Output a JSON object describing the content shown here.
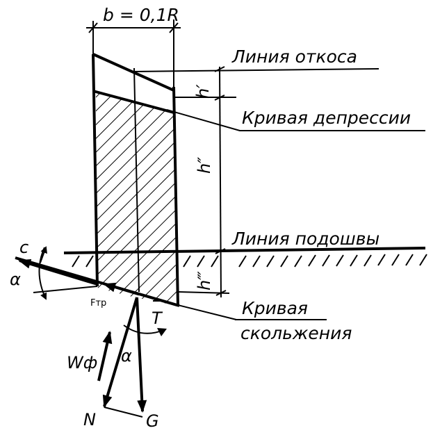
{
  "labels": {
    "width_dim": "b = 0,1R",
    "slope_line": "Линия откоса",
    "depression_curve": "Кривая депрессии",
    "base_line": "Линия подошвы",
    "slip_curve_line1": "Кривая",
    "slip_curve_line2": "скольжения",
    "h1": "h′",
    "h2": "h″",
    "h3": "h‴",
    "c": "c",
    "alpha_left": "α",
    "alpha_force": "α",
    "friction": "Fтр",
    "T": "T",
    "W": "Wф",
    "N": "N",
    "G": "G"
  },
  "colors": {
    "ink": "#000000",
    "background": "#ffffff"
  }
}
